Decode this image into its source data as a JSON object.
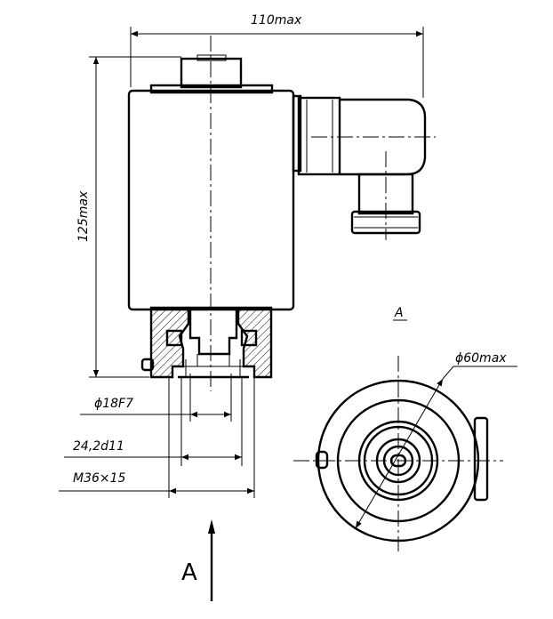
{
  "dimensions": {
    "overall_width": "110max",
    "overall_height": "125max",
    "bore_diameter": "ϕ18F7",
    "shaft_diameter": "24,2d11",
    "thread": "M36×15",
    "outer_diameter": "ϕ60max"
  },
  "views": {
    "arrow_label": "A",
    "section_label": "A"
  },
  "colors": {
    "line": "#000000",
    "background": "#ffffff"
  }
}
